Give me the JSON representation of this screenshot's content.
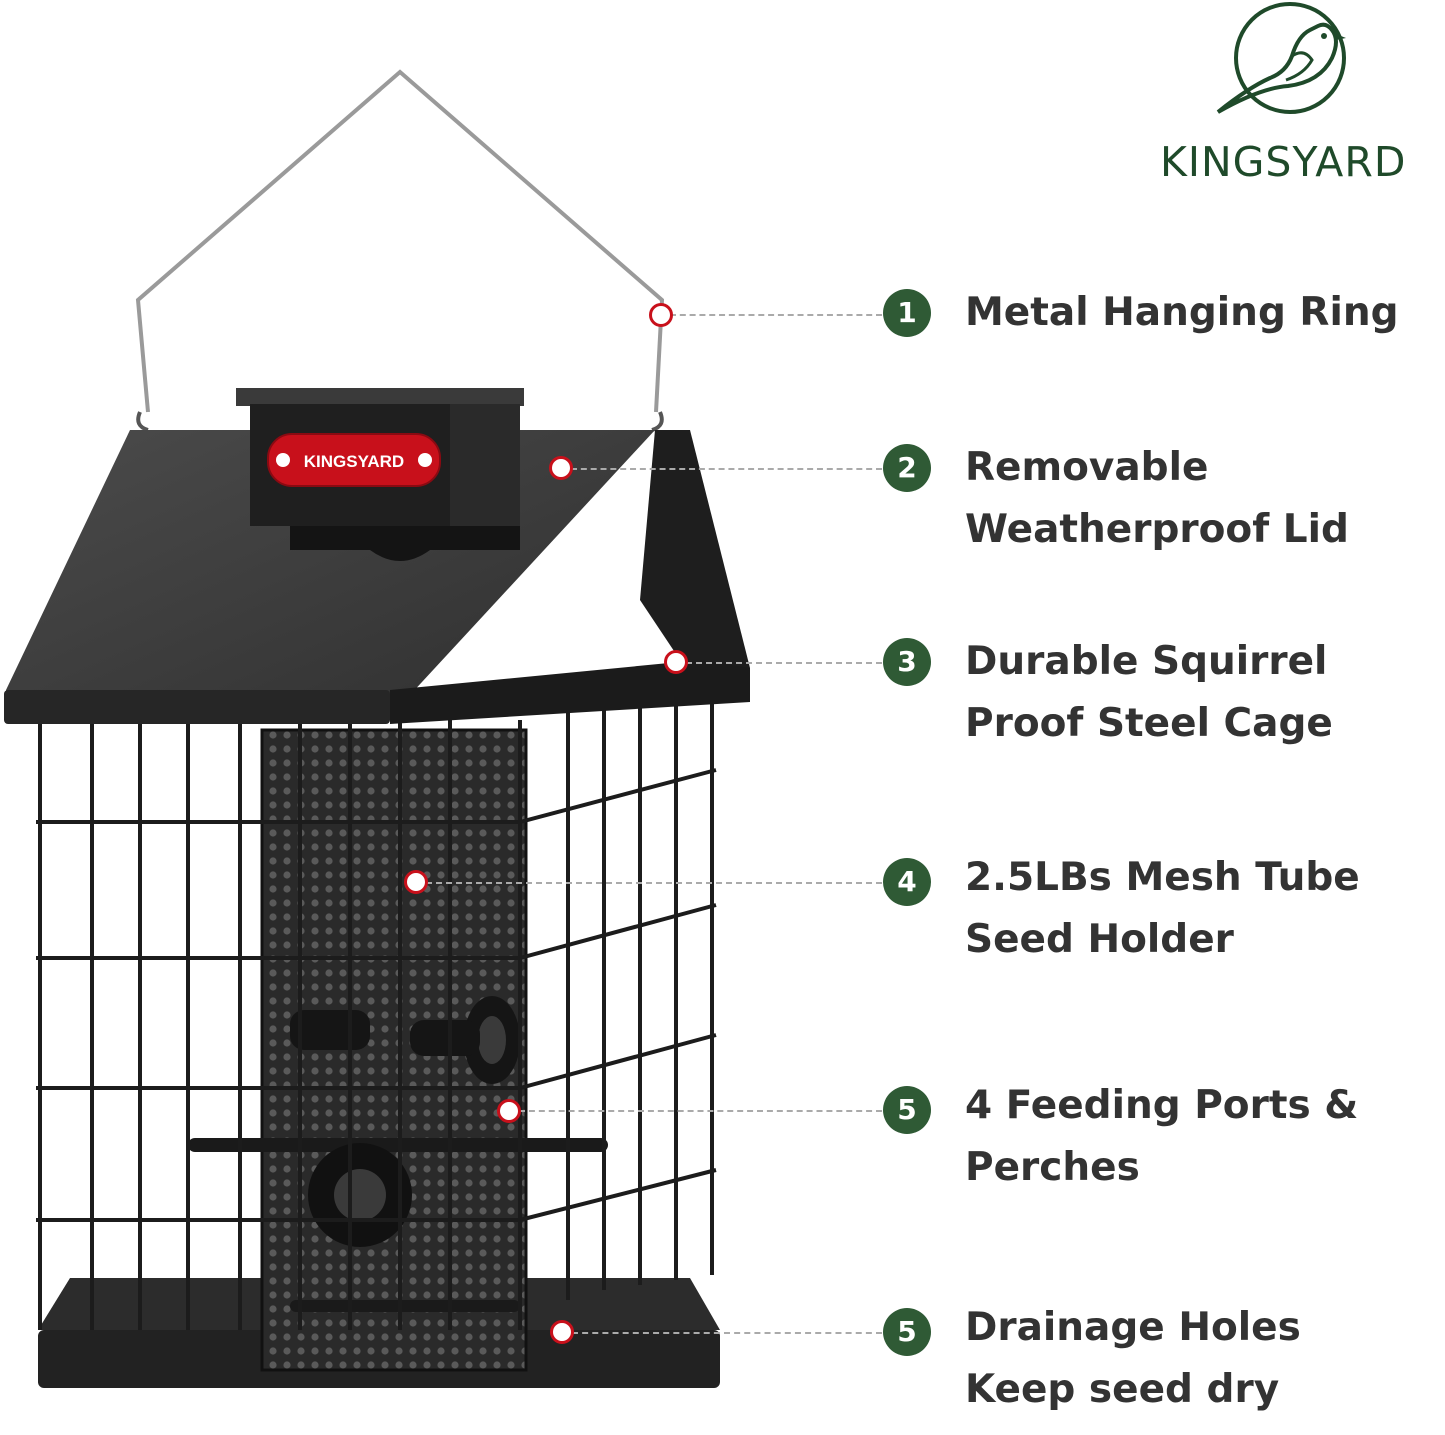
{
  "brand": {
    "name": "KINGSYARD",
    "logo_icon": "bird-in-circle-icon",
    "color": "#1f4a2a"
  },
  "product": {
    "plate_text": "KINGSYARD",
    "plate_color": "#c8101b"
  },
  "accent": {
    "badge_color": "#2f5a35",
    "dot_color": "#c8101b"
  },
  "features": [
    {
      "number": "1",
      "lines": [
        "Metal Hanging Ring"
      ]
    },
    {
      "number": "2",
      "lines": [
        "Removable",
        "Weatherproof Lid"
      ]
    },
    {
      "number": "3",
      "lines": [
        "Durable Squirrel",
        "Proof Steel Cage"
      ]
    },
    {
      "number": "4",
      "lines": [
        "2.5LBs Mesh Tube",
        "Seed Holder"
      ]
    },
    {
      "number": "5",
      "lines": [
        "4 Feeding Ports &",
        "Perches"
      ]
    },
    {
      "number": "5",
      "lines": [
        "Drainage Holes",
        "Keep seed dry"
      ]
    }
  ]
}
